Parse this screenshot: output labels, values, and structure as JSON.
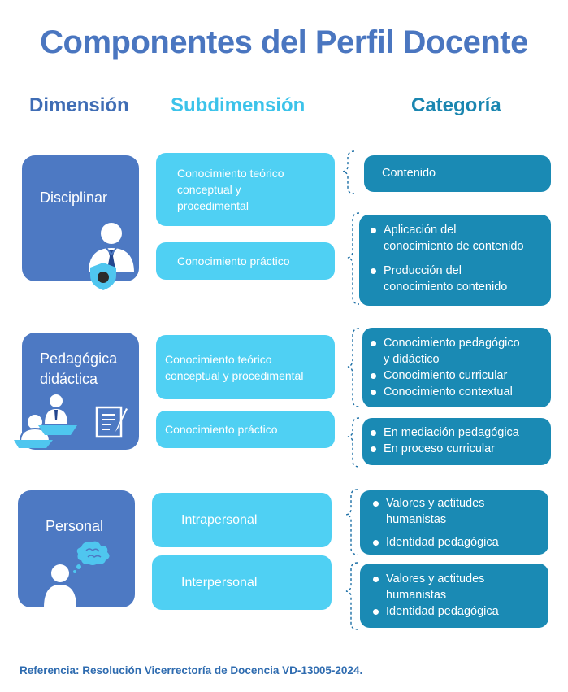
{
  "title": "Componentes del Perfil Docente",
  "headers": {
    "dimension": "Dimensión",
    "subdimension": "Subdimensión",
    "categoria": "Categoría"
  },
  "dimensions": [
    {
      "label": [
        "Disciplinar"
      ],
      "icon": "teacher-shield-icon",
      "subdimensions": [
        {
          "label": [
            "Conocimiento teórico",
            "conceptual y",
            "procedimental"
          ],
          "categories": [
            "Contenido"
          ]
        },
        {
          "label": [
            "Conocimiento práctico"
          ],
          "categories": [
            [
              "Aplicación del",
              "conocimiento de contenido"
            ],
            [
              "Producción del",
              "conocimiento contenido"
            ]
          ]
        }
      ]
    },
    {
      "label": [
        "Pedagógica",
        "didáctica"
      ],
      "icon": "classroom-icon",
      "subdimensions": [
        {
          "label": [
            "Conocimiento teórico",
            "conceptual y procedimental"
          ],
          "categories": [
            [
              "Conocimiento pedagógico",
              "y didáctico"
            ],
            [
              "Conocimiento curricular"
            ],
            [
              "Conocimiento contextual"
            ]
          ]
        },
        {
          "label": [
            "Conocimiento práctico"
          ],
          "categories": [
            [
              "En mediación pedagógica"
            ],
            [
              "En proceso curricular"
            ]
          ]
        }
      ]
    },
    {
      "label": [
        "Personal"
      ],
      "icon": "thinking-person-icon",
      "subdimensions": [
        {
          "label": [
            "Intrapersonal"
          ],
          "categories": [
            [
              "Valores y actitudes",
              "humanistas"
            ],
            [
              "Identidad pedagógica"
            ]
          ]
        },
        {
          "label": [
            "Interpersonal"
          ],
          "categories": [
            [
              "Valores y actitudes",
              "humanistas"
            ],
            [
              "Identidad pedagógica"
            ]
          ]
        }
      ]
    }
  ],
  "footer": "Referencia: Resolución Vicerrectoría de Docencia VD-13005-2024.",
  "colors": {
    "title": "#4a76c0",
    "dimension_box": "#4d79c3",
    "subdimension_box": "#4fd0f3",
    "category_box": "#1a8ab4"
  }
}
